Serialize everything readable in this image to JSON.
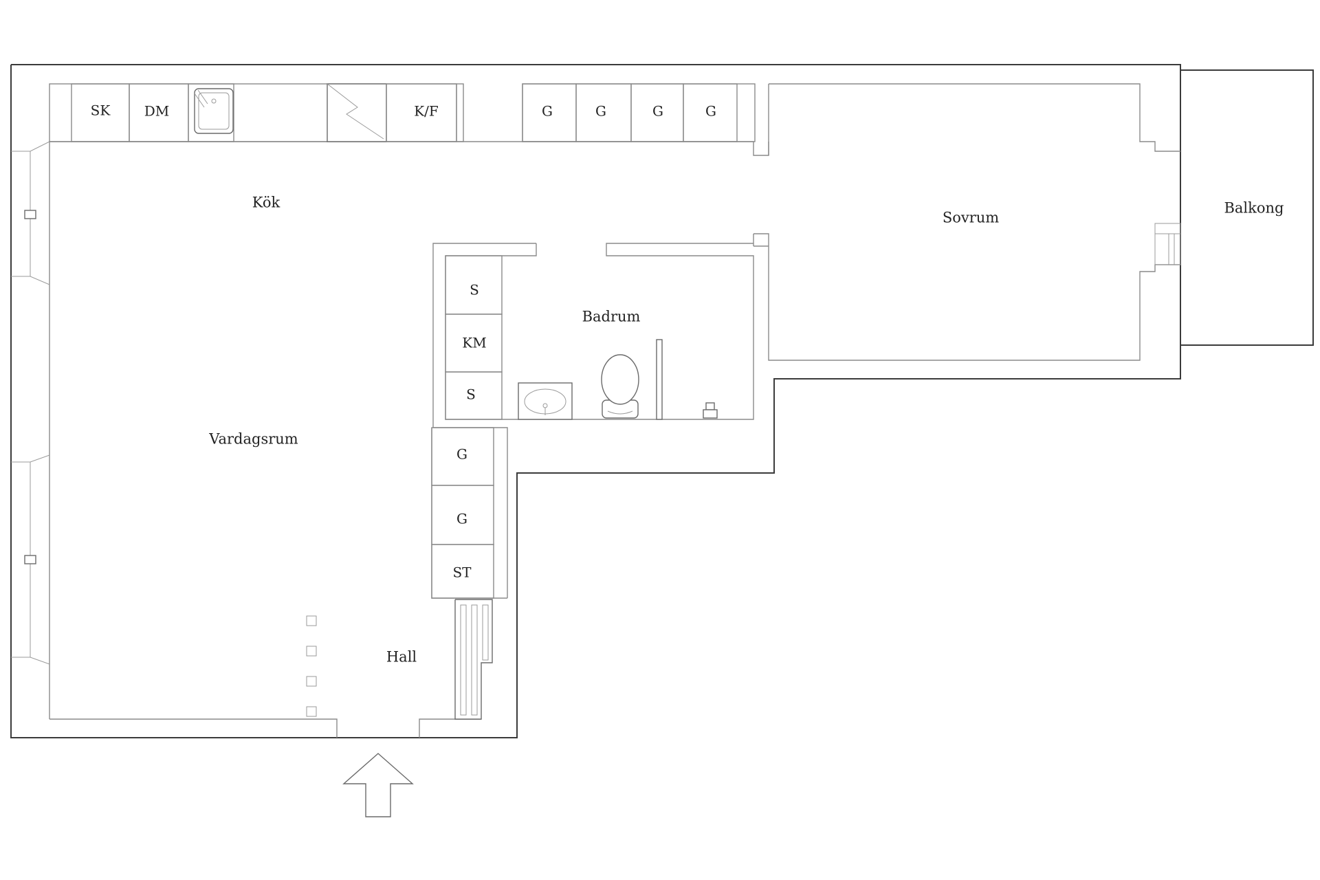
{
  "rooms": {
    "kok": "Kök",
    "vardagsrum": "Vardagsrum",
    "hall": "Hall",
    "badrum": "Badrum",
    "sovrum": "Sovrum",
    "balkong": "Balkong"
  },
  "kitchen_units": {
    "sk": "SK",
    "dm": "DM",
    "kf": "K/F",
    "g1": "G",
    "g2": "G",
    "g3": "G",
    "g4": "G"
  },
  "bath_units": {
    "s_top": "S",
    "km": "KM",
    "s_bottom": "S"
  },
  "hall_units": {
    "g1": "G",
    "g2": "G",
    "st": "ST"
  }
}
